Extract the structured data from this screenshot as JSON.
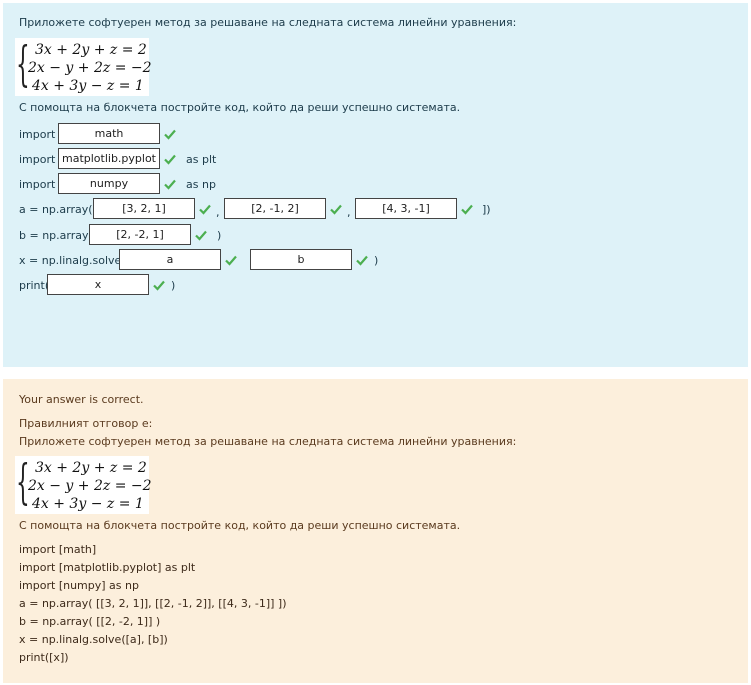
{
  "question": {
    "prompt": "Приложете софтуерен метод за решаване на следната система линейни уравнения:",
    "equations": [
      "3x + 2y + z = 2",
      "2x − y + 2z = −2",
      "4x + 3y − z = 1"
    ],
    "instruction": "С помощта на блокчета постройте код, който да реши успешно системата.",
    "lines": [
      {
        "prefix": "import",
        "answers": [
          "math"
        ],
        "suffix": ""
      },
      {
        "prefix": "import",
        "answers": [
          "matplotlib.pyplot"
        ],
        "suffix": "as plt"
      },
      {
        "prefix": "import",
        "answers": [
          "numpy"
        ],
        "suffix": "as np"
      },
      {
        "prefix": "a = np.array([",
        "answers": [
          "[3, 2, 1]",
          "[2, -1, 2]",
          "[4, 3, -1]"
        ],
        "separators": [
          ",",
          ","
        ],
        "suffix": "])"
      },
      {
        "prefix": "b = np.array(",
        "answers": [
          "[2, -2, 1]"
        ],
        "suffix": ")"
      },
      {
        "prefix": "x = np.linalg.solve(",
        "answers": [
          "a",
          "b"
        ],
        "suffix": ")"
      },
      {
        "prefix": "print(",
        "answers": [
          "x"
        ],
        "suffix": ")"
      }
    ]
  },
  "feedback": {
    "correct_message": "Your answer is correct.",
    "right_answer_label": "Правилният отговор е:",
    "prompt": "Приложете софтуерен метод за решаване на следната система линейни уравнения:",
    "equations": [
      "3x + 2y + z = 2",
      "2x − y + 2z = −2",
      "4x + 3y − z = 1"
    ],
    "instruction": "С помощта на блокчета постройте код, който да реши успешно системата.",
    "code_lines": [
      "import [math]",
      "import [matplotlib.pyplot] as plt",
      "import [numpy] as np",
      "a = np.array( [[3, 2, 1]], [[2, -1, 2]], [[4, 3, -1]] ])",
      "b = np.array( [[2, -2, 1]] )",
      "x = np.linalg.solve([a], [b])",
      "print([x])"
    ]
  },
  "colors": {
    "question_bg": "#def2f8",
    "feedback_bg": "#fcefdc",
    "check_green": "#4caf50"
  },
  "icons": {
    "check": "check-icon"
  }
}
